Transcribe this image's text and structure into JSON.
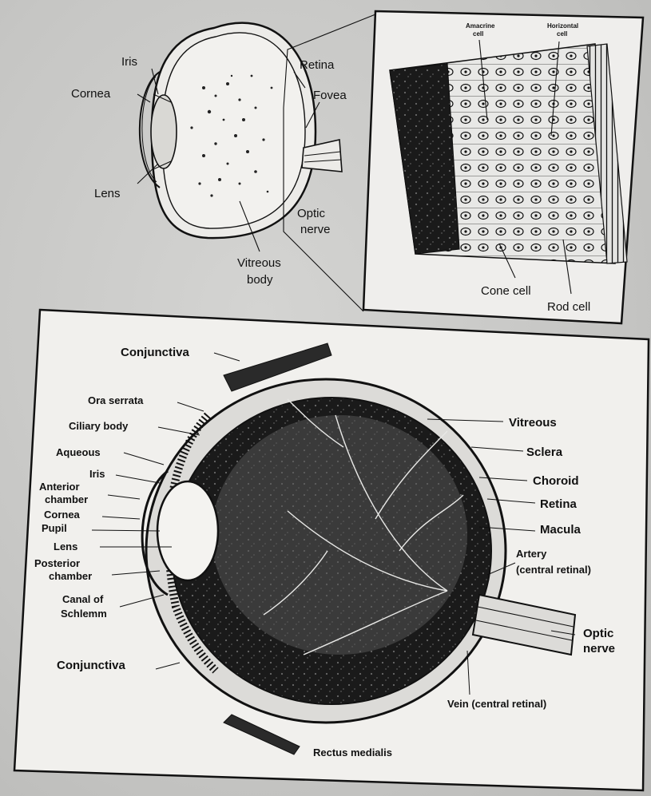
{
  "top_left_eye": {
    "labels": {
      "iris": "Iris",
      "cornea": "Cornea",
      "lens": "Lens",
      "retina": "Retina",
      "fovea": "Fovea",
      "optic_nerve_1": "Optic",
      "optic_nerve_2": "nerve",
      "vitreous_1": "Vitreous",
      "vitreous_2": "body"
    }
  },
  "retina_inset": {
    "labels": {
      "amacrine_1": "Amacrine",
      "amacrine_2": "cell",
      "horizontal_1": "Horizontal",
      "horizontal_2": "cell",
      "cone": "Cone cell",
      "rod": "Rod cell"
    }
  },
  "bottom_eye": {
    "left_labels": {
      "conjunctiva_top": "Conjunctiva",
      "ora_serrata": "Ora serrata",
      "ciliary_body": "Ciliary body",
      "aqueous": "Aqueous",
      "iris": "Iris",
      "anterior_1": "Anterior",
      "anterior_2": "chamber",
      "cornea": "Cornea",
      "pupil": "Pupil",
      "lens": "Lens",
      "posterior_1": "Posterior",
      "posterior_2": "chamber",
      "canal_1": "Canal of",
      "canal_2": "Schlemm",
      "conjunctiva_bottom": "Conjunctiva"
    },
    "right_labels": {
      "vitreous": "Vitreous",
      "sclera": "Sclera",
      "choroid": "Choroid",
      "retina": "Retina",
      "macula": "Macula",
      "artery_1": "Artery",
      "artery_2": "(central retinal)",
      "optic_1": "Optic",
      "optic_2": "nerve",
      "vein": "Vein (central retinal)"
    },
    "bottom_label": "Rectus medialis"
  }
}
